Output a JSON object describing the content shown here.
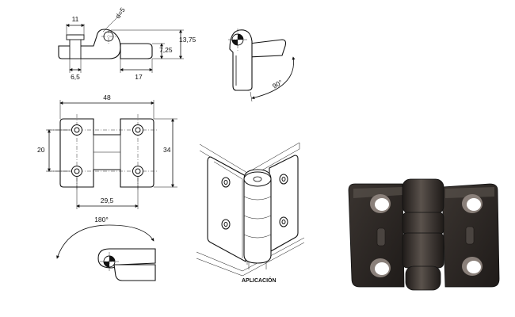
{
  "dimensions": {
    "side_view": {
      "width_top": "11",
      "hole_diameter": "d=5",
      "bolt_width": "6,5",
      "leaf_length": "17",
      "total_height": "13,75",
      "leaf_height": "7,25"
    },
    "front_view": {
      "total_width": "48",
      "total_height": "34",
      "hole_spacing_vertical": "20",
      "hole_spacing_horizontal": "29,5"
    },
    "rotation_side": {
      "angle": "90°"
    },
    "rotation_bottom": {
      "angle": "180°"
    }
  },
  "application": {
    "caption": "APLICACIÓN"
  },
  "colors": {
    "line": "#111111",
    "photo_dark": "#2a2623",
    "photo_mid": "#4a4440",
    "photo_light": "#8a807a"
  }
}
